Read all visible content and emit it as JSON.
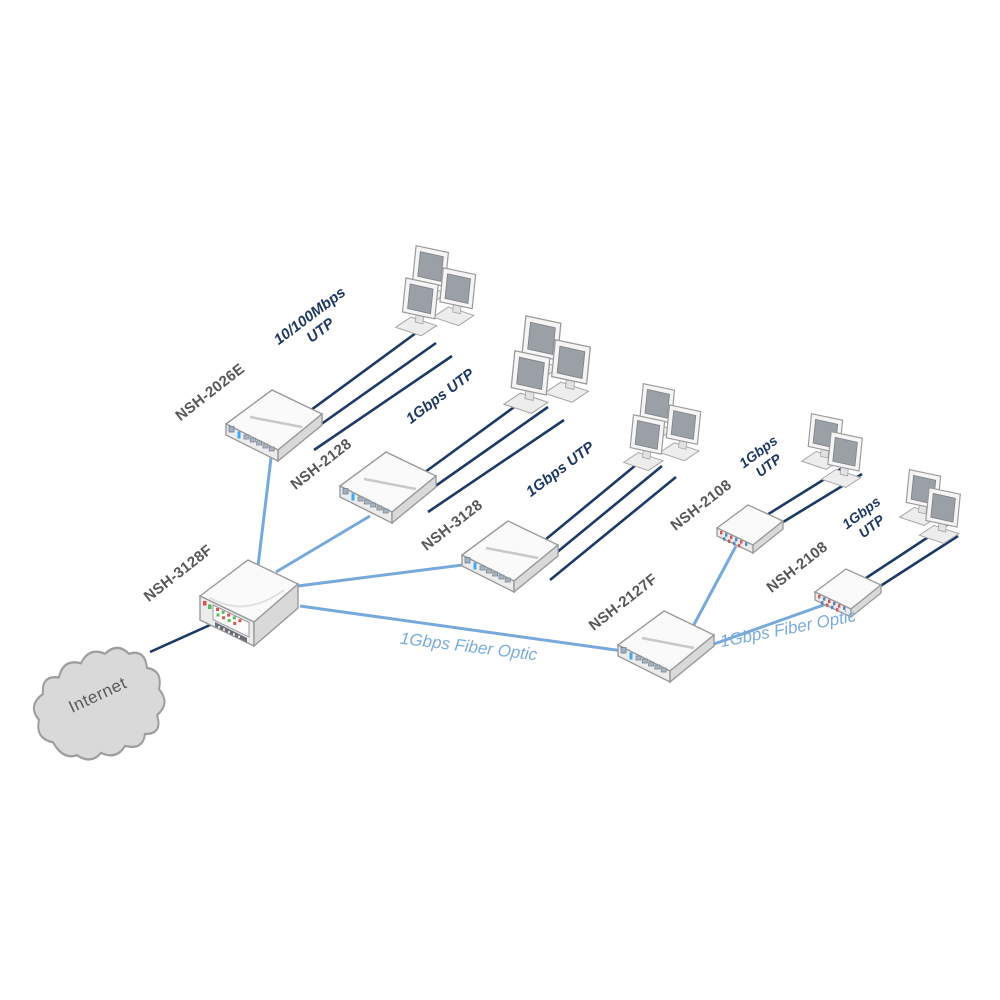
{
  "diagram": {
    "type": "network-topology",
    "cloud": {
      "label": "Internet"
    },
    "devices": {
      "core_switch": "NSH-3128F",
      "switch_2026e": "NSH-2026E",
      "switch_2128": "NSH-2128",
      "switch_3128": "NSH-3128",
      "switch_2127f": "NSH-2127F",
      "switch_2108_a": "NSH-2108",
      "switch_2108_b": "NSH-2108"
    },
    "links": {
      "utp_10_100": {
        "line1": "10/100Mbps",
        "line2": "UTP"
      },
      "utp_1g_2128": "1Gbps UTP",
      "utp_1g_3128": "1Gbps UTP",
      "utp_1g_2108_a": {
        "line1": "1Gbps",
        "line2": "UTP"
      },
      "utp_1g_2108_b": {
        "line1": "1Gbps",
        "line2": "UTP"
      },
      "fiber_core_2127f": "1Gbps Fiber Optic",
      "fiber_2127f_2108b": "1Gbps Fiber Optic"
    },
    "colors": {
      "utp_line": "#1d3a66",
      "fiber_line": "#77aadb",
      "utp_label": "#1f3864",
      "fiber_label": "#79abdc",
      "device_label": "#575757",
      "cloud_fill": "#d9d9d9"
    }
  }
}
